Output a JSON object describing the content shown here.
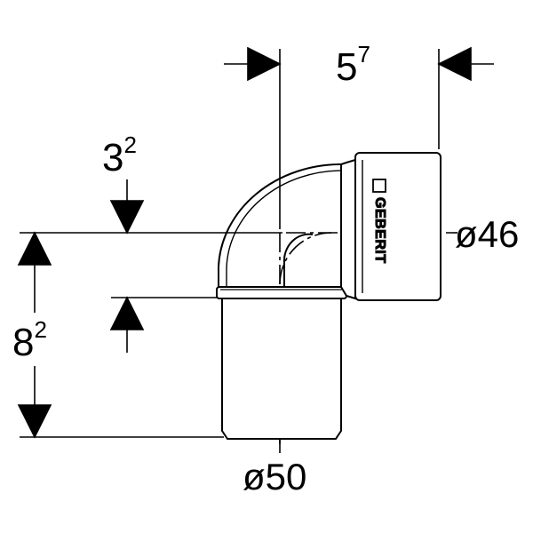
{
  "drawing": {
    "dimensions": {
      "top_width": {
        "main": "5",
        "sup": "7"
      },
      "offset": {
        "main": "3",
        "sup": "2"
      },
      "height": {
        "main": "8",
        "sup": "2"
      }
    },
    "diameters": {
      "outlet": "ø46",
      "inlet": "ø50"
    },
    "brand_label": "GEBERIT",
    "colors": {
      "line": "#000000",
      "background": "#ffffff"
    }
  }
}
